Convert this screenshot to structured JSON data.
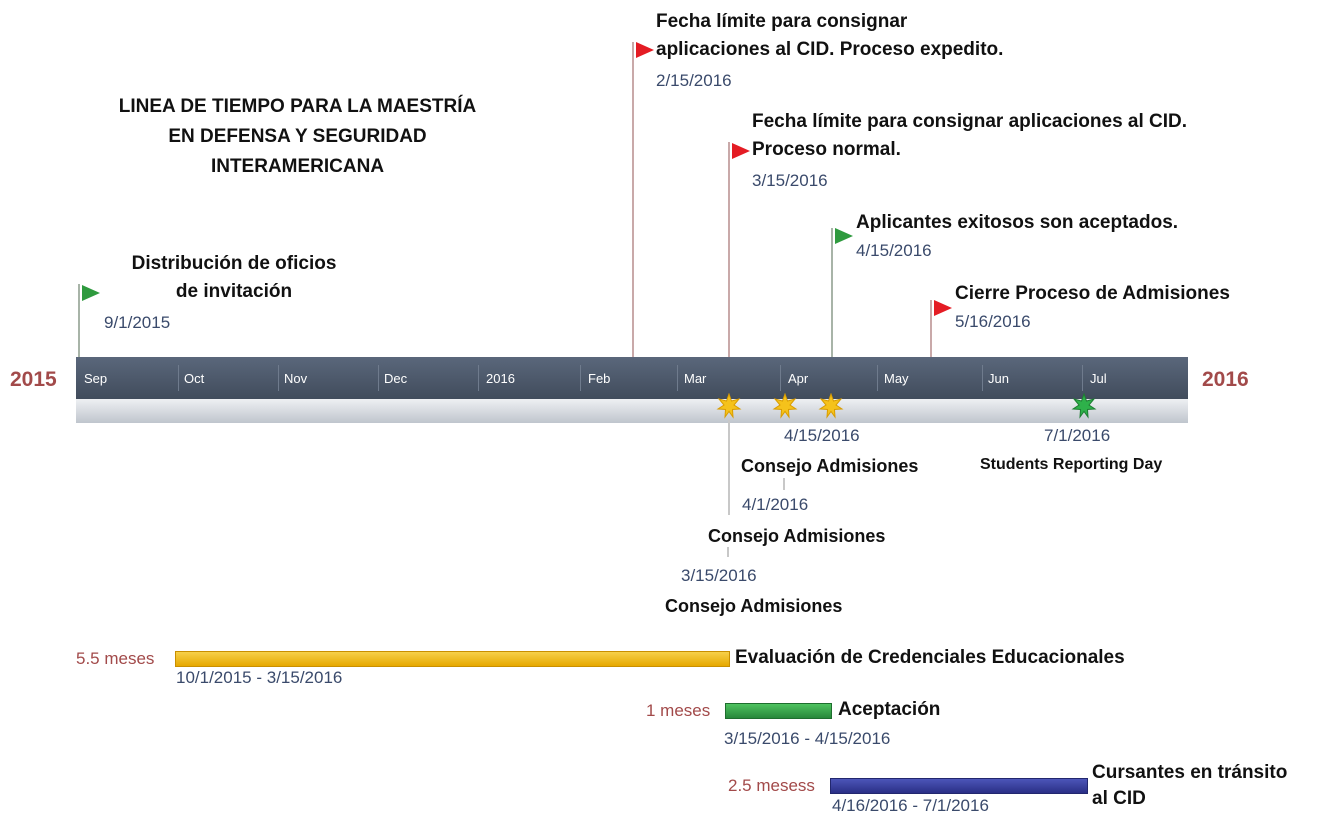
{
  "title": {
    "line1": "LINEA DE TIEMPO PARA LA MAESTRÍA",
    "line2": "EN DEFENSA Y SEGURIDAD",
    "line3": "INTERAMERICANA"
  },
  "axis": {
    "start_year": "2015",
    "end_year": "2016",
    "months": [
      "Sep",
      "Oct",
      "Nov",
      "Dec",
      "2016",
      "Feb",
      "Mar",
      "Apr",
      "May",
      "Jun",
      "Jul"
    ]
  },
  "milestones_above": [
    {
      "line1": "Distribución de oficios",
      "line2": "de invitación",
      "date": "9/1/2015",
      "flag": "green"
    },
    {
      "line1": "Fecha límite para consignar",
      "line2": "aplicaciones al CID. Proceso expedito.",
      "date": "2/15/2016",
      "flag": "red"
    },
    {
      "line1": "Fecha límite para consignar aplicaciones al CID.",
      "line2": "Proceso normal.",
      "date": "3/15/2016",
      "flag": "red"
    },
    {
      "line1": "Aplicantes exitosos son aceptados.",
      "date": "4/15/2016",
      "flag": "green"
    },
    {
      "line1": "Cierre Proceso de Admisiones",
      "date": "5/16/2016",
      "flag": "red"
    }
  ],
  "milestones_below": [
    {
      "date": "4/15/2016",
      "label": "Consejo Admisiones",
      "color": "#f5c21b"
    },
    {
      "date": "4/1/2016",
      "label": "Consejo Admisiones",
      "color": "#f5c21b"
    },
    {
      "date": "3/15/2016",
      "label": "Consejo Admisiones",
      "color": "#f5c21b"
    },
    {
      "date": "7/1/2016",
      "label": "Students Reporting Day",
      "color": "#2e9a3e"
    }
  ],
  "durations": [
    {
      "length": "5.5 meses",
      "label": "Evaluación de Credenciales Educacionales",
      "range": "10/1/2015 - 3/15/2016",
      "color": "#f2b705"
    },
    {
      "length": "1 meses",
      "label": "Aceptación",
      "range": "3/15/2016 - 4/15/2016",
      "color": "#2e9a3e"
    },
    {
      "length": "2.5 mesess",
      "label_line1": "Cursantes en tránsito",
      "label_line2": "al CID",
      "range": "4/16/2016 - 7/1/2016",
      "color": "#2e3591"
    }
  ]
}
